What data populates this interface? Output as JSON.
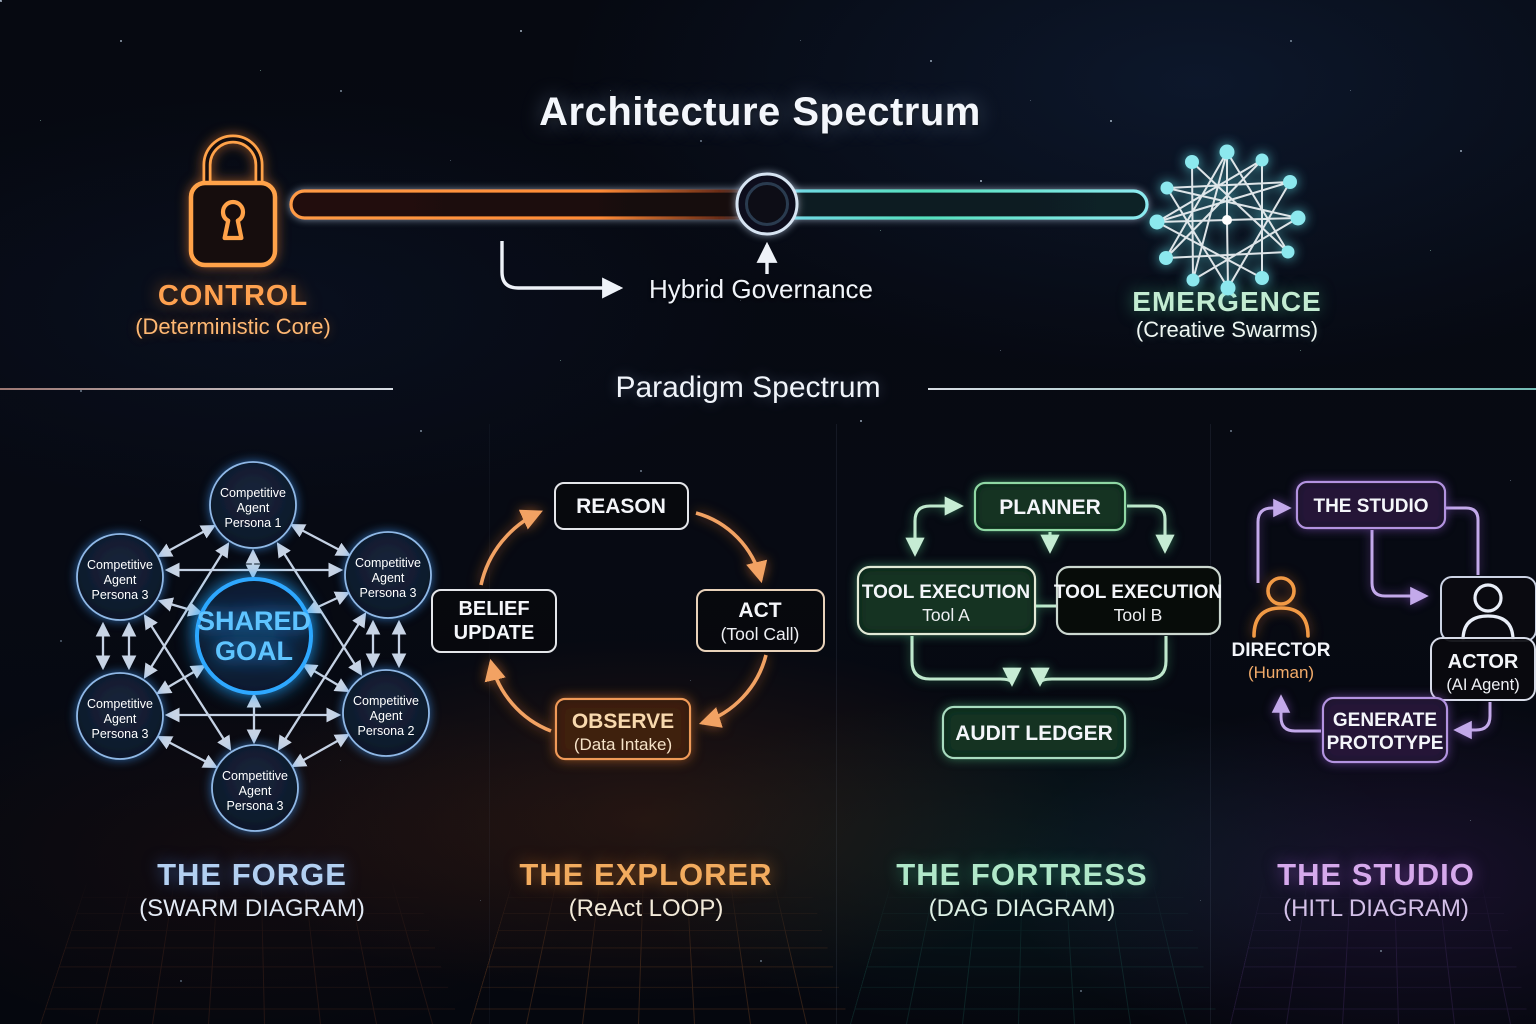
{
  "header": {
    "title": "Architecture Spectrum",
    "control": {
      "label": "CONTROL",
      "sublabel": "(Deterministic Core)",
      "icon": "lock-icon",
      "color": "#ffa14f"
    },
    "emergence": {
      "label": "EMERGENCE",
      "sublabel": "(Creative Swarms)",
      "icon": "network-icon",
      "color": "#c3ecd2"
    },
    "hybrid_label": "Hybrid Governance",
    "slider": {
      "left_color": "#ff9a45",
      "right_color": "#7fe3e8"
    }
  },
  "divider": {
    "title": "Paradigm Spectrum"
  },
  "forge": {
    "title": "THE FORGE",
    "subtitle": "(SWARM DIAGRAM)",
    "accent": "#b3d0f2",
    "center": {
      "l1": "SHARED",
      "l2": "GOAL",
      "color": "#5ec4ff"
    },
    "nodes": [
      {
        "l1": "Competitive",
        "l2": "Agent",
        "l3": "Persona 1"
      },
      {
        "l1": "Competitive",
        "l2": "Agent",
        "l3": "Persona 3"
      },
      {
        "l1": "Competitive",
        "l2": "Agent",
        "l3": "Persona 3"
      },
      {
        "l1": "Competitive",
        "l2": "Agent",
        "l3": "Persona 3"
      },
      {
        "l1": "Competitive",
        "l2": "Agent",
        "l3": "Persona 2"
      },
      {
        "l1": "Competitive",
        "l2": "Agent",
        "l3": "Persona 3"
      }
    ]
  },
  "explorer": {
    "title": "THE EXPLORER",
    "subtitle": "(ReAct LOOP)",
    "accent": "#f2ab5e",
    "reason": {
      "label": "REASON"
    },
    "act": {
      "label": "ACT",
      "sublabel": "(Tool Call)"
    },
    "observe": {
      "label": "OBSERVE",
      "sublabel": "(Data Intake)"
    },
    "belief": {
      "l1": "BELIEF",
      "l2": "UPDATE"
    }
  },
  "fortress": {
    "title": "THE FORTRESS",
    "subtitle": "(DAG DIAGRAM)",
    "accent": "#b0e8c9",
    "planner": {
      "label": "PLANNER"
    },
    "tool_a": {
      "label": "TOOL EXECUTION",
      "sublabel": "Tool A"
    },
    "tool_b": {
      "label": "TOOL EXECUTION",
      "sublabel": "Tool B"
    },
    "audit": {
      "label": "AUDIT LEDGER"
    }
  },
  "studio": {
    "title": "THE STUDIO",
    "subtitle": "(HITL DIAGRAM)",
    "accent": "#d6a9ec",
    "studio_box": {
      "label": "THE STUDIO"
    },
    "director": {
      "label": "DIRECTOR",
      "sublabel": "(Human)",
      "icon": "person-icon"
    },
    "actor": {
      "label": "ACTOR",
      "sublabel": "(AI Agent)",
      "icon": "person-icon"
    },
    "generate": {
      "l1": "GENERATE",
      "l2": "PROTOTYPE"
    }
  }
}
